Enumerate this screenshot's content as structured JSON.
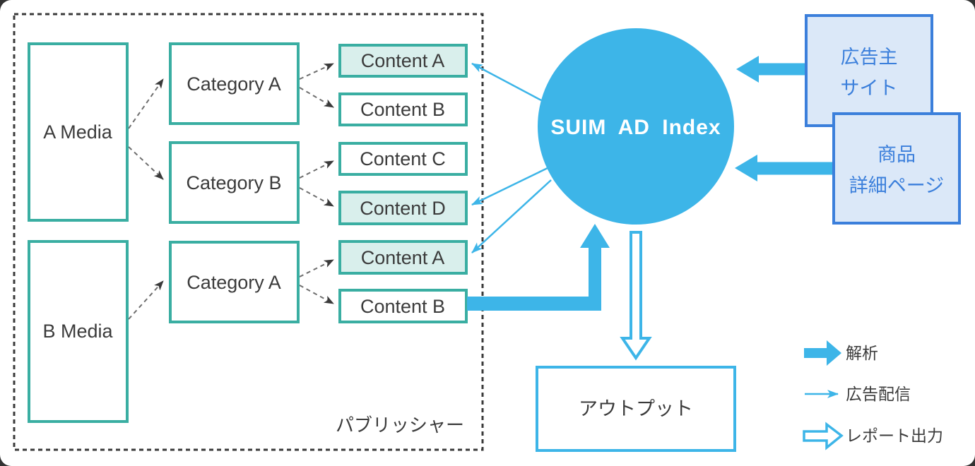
{
  "publisher": {
    "label": "パブリッシャー",
    "media_a": "A Media",
    "media_b": "B Media",
    "category_a_top": "Category A",
    "category_b": "Category B",
    "category_a_bottom": "Category A",
    "content_a_top": "Content A",
    "content_b_top": "Content B",
    "content_c": "Content C",
    "content_d": "Content D",
    "content_a_bottom": "Content A",
    "content_b_bottom": "Content B"
  },
  "hub": {
    "label": "SUIM AD Index"
  },
  "advertiser": {
    "line1": "広告主",
    "line2": "サイト"
  },
  "product": {
    "line1": "商品",
    "line2": "詳細ページ"
  },
  "output": {
    "label": "アウトプット"
  },
  "legend": {
    "analysis": "解析",
    "ad_delivery": "広告配信",
    "report_output": "レポート出力"
  },
  "colors": {
    "teal_border": "#3aaea2",
    "teal_highlight_fill": "#d9efec",
    "blue_accent": "#3db5e8",
    "blue_box_border": "#3b7fdb",
    "blue_box_fill": "#dbe8f8",
    "text_dark": "#3b3b3b"
  }
}
